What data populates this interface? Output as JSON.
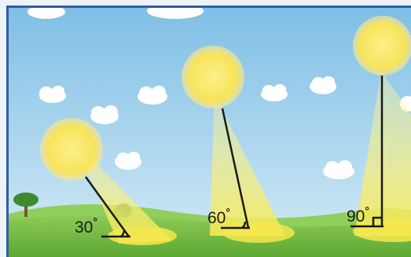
{
  "diagram": {
    "angles": [
      {
        "label": "30",
        "degree_symbol": "°"
      },
      {
        "label": "60",
        "degree_symbol": "°"
      },
      {
        "label": "90",
        "degree_symbol": "°"
      }
    ],
    "colors": {
      "sky_top": "#7fbfe6",
      "sky_bottom": "#d6ebf5",
      "grass": "#7ec04a",
      "grass_dark": "#5aa531",
      "sun": "#fbe96a",
      "sun_glow": "#fff6a8",
      "sunbeam": "#f7ef6e",
      "ray_line": "#1a1a1a",
      "cloud": "#ffffff",
      "tree_leaves": "#3f8a2e",
      "tree_trunk": "#7a5330",
      "frame": "#2f5d9f"
    }
  }
}
